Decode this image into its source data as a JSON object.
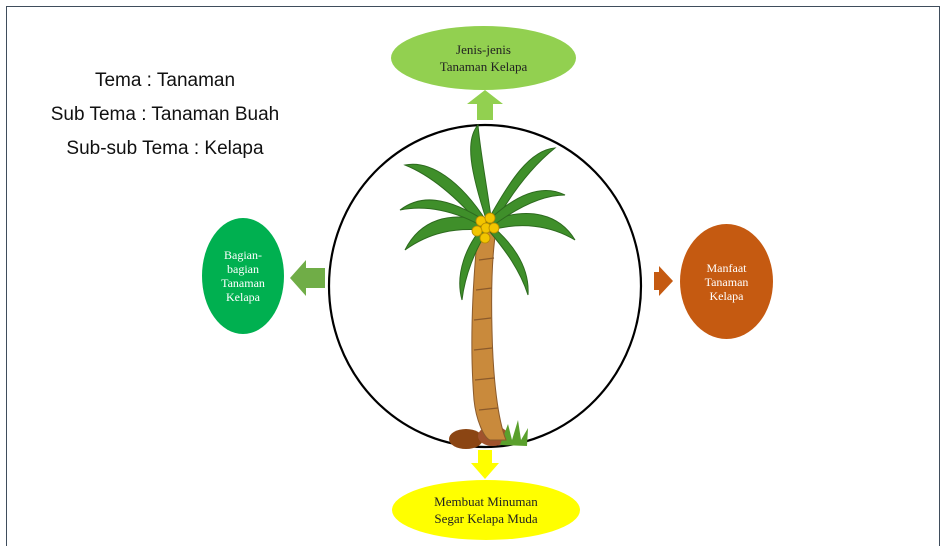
{
  "theme": {
    "line1": "Tema : Tanaman",
    "line2": "Sub Tema : Tanaman Buah",
    "line3": "Sub-sub Tema : Kelapa"
  },
  "center": {
    "icon": "coconut-tree",
    "circle_border": "#000000"
  },
  "nodes": {
    "top": {
      "label": "Jenis-jenis\nTanaman Kelapa",
      "color": "#92d050"
    },
    "left": {
      "label": "Bagian-\nbagian\nTanaman\nKelapa",
      "color": "#00b050"
    },
    "right": {
      "label": "Manfaat\nTanaman\nKelapa",
      "color": "#c55a11"
    },
    "bottom": {
      "label": "Membuat Minuman\nSegar Kelapa Muda",
      "color": "#ffff00"
    }
  },
  "arrows": {
    "up": {
      "color": "#92d050"
    },
    "left": {
      "color": "#70ad47"
    },
    "right": {
      "color": "#c55a11"
    },
    "down": {
      "color": "#ffff00"
    }
  }
}
